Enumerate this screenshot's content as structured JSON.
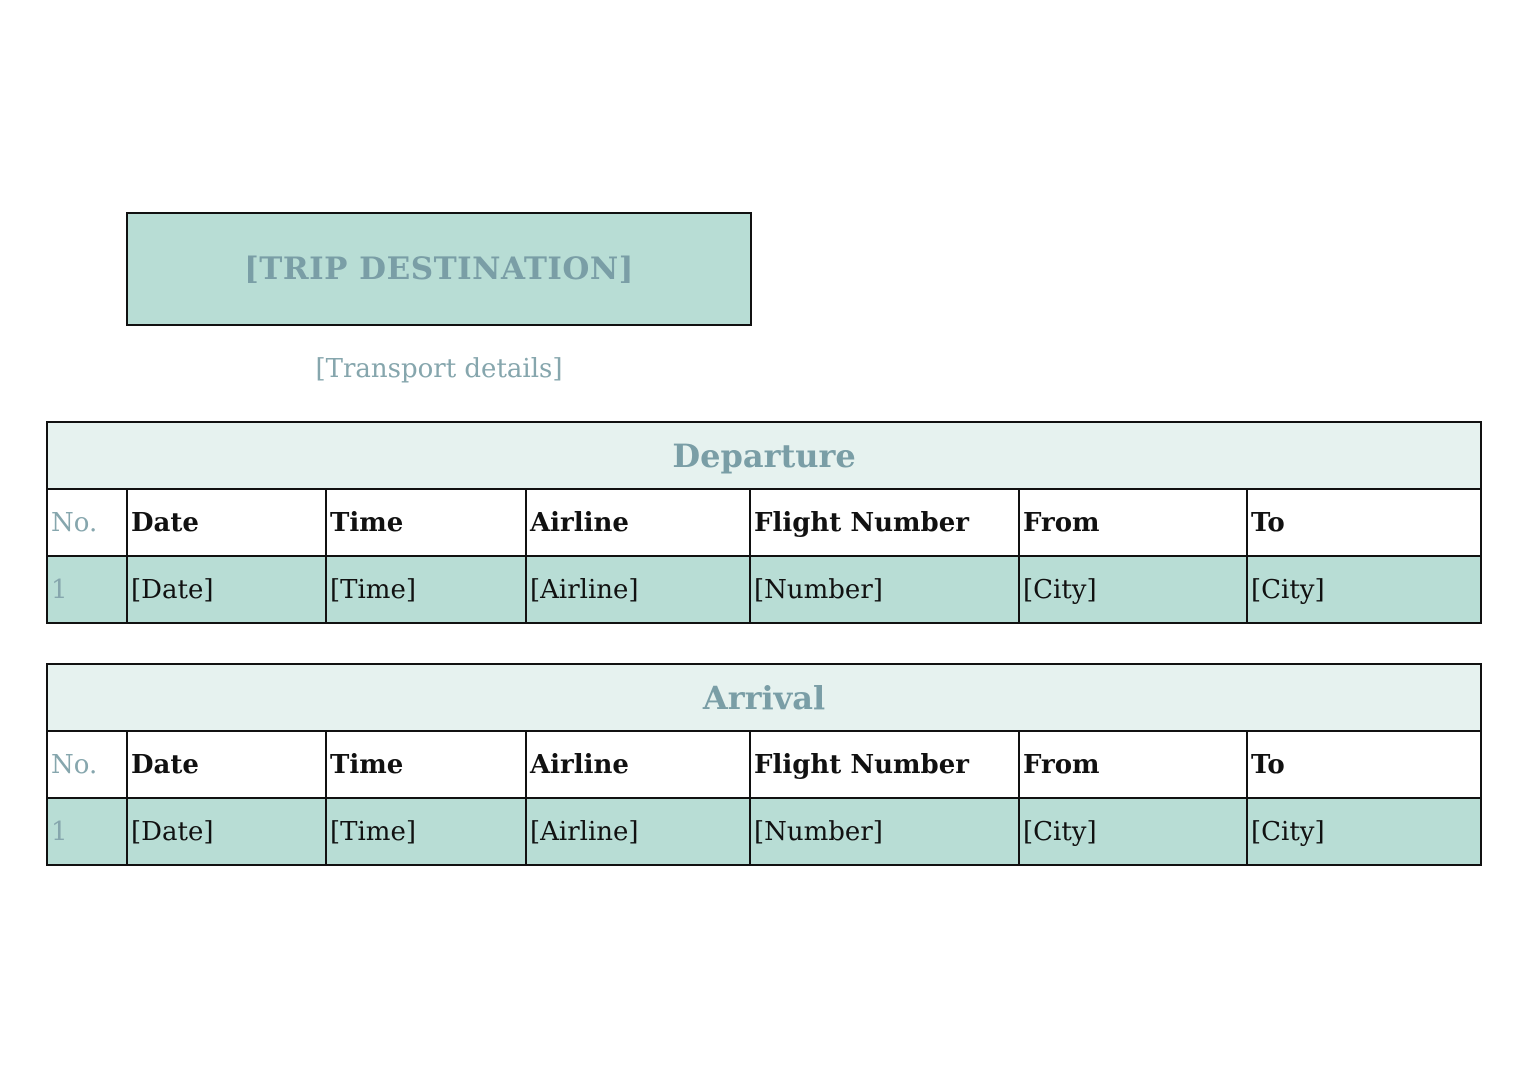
{
  "title": "[TRIP DESTINATION]",
  "subtitle": "[Transport details]",
  "departure": {
    "heading": "Departure",
    "columns": [
      "No.",
      "Date",
      "Time",
      "Airline",
      "Flight Number",
      "From",
      "To"
    ],
    "rows": [
      [
        "1",
        "[Date]",
        "[Time]",
        "[Airline]",
        "[Number]",
        "[City]",
        "[City]"
      ]
    ]
  },
  "arrival": {
    "heading": "Arrival",
    "columns": [
      "No.",
      "Date",
      "Time",
      "Airline",
      "Flight Number",
      "From",
      "To"
    ],
    "rows": [
      [
        "1",
        "[Date]",
        "[Time]",
        "[Airline]",
        "[Number]",
        "[City]",
        "[City]"
      ]
    ]
  },
  "colors": {
    "title_fill": "#b8ddd5",
    "section_fill": "#e6f2ef",
    "data_row_fill": "#b8ddd5",
    "accent_text": "#7a9ea6"
  }
}
